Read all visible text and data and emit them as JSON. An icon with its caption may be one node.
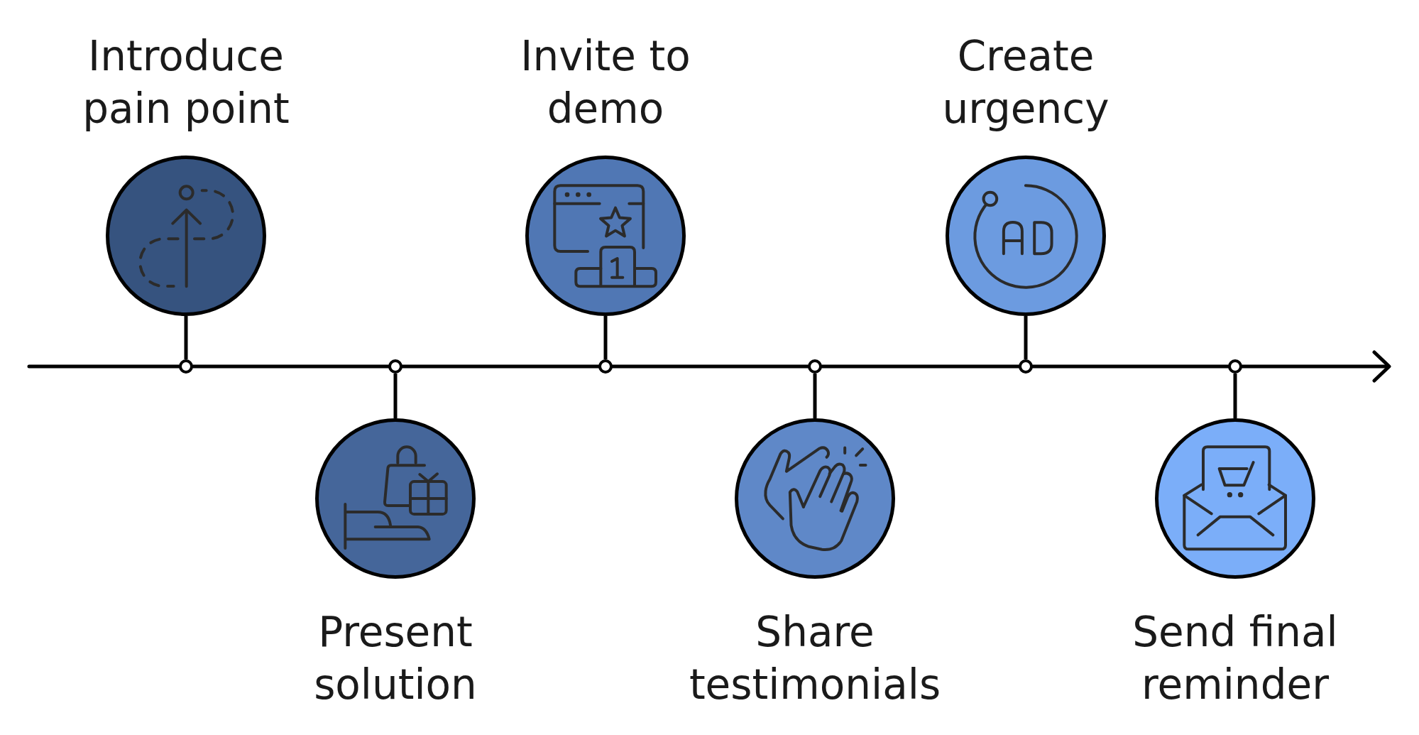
{
  "diagram": {
    "nodes": [
      {
        "text": [
          "Introduce pain point"
        ]
      },
      {
        "text": [
          "Present solution"
        ]
      },
      {
        "text": [
          "Invite to demo"
        ]
      },
      {
        "text": [
          "Share testimonials"
        ]
      },
      {
        "text": [
          "Create urgency"
        ]
      },
      {
        "text": [
          "Send final reminder"
        ]
      },
      {
        "text": [],
        "shape": "circle"
      },
      {
        "text": [],
        "shape": "circle"
      },
      {
        "text": [],
        "shape": "circle"
      },
      {
        "text": [],
        "shape": "circle"
      },
      {
        "text": [],
        "shape": "circle"
      },
      {
        "text": [],
        "shape": "circle"
      }
    ],
    "edges": [
      {
        "from": 0,
        "to": 6,
        "arrow": "none"
      },
      {
        "from": 1,
        "to": 7,
        "arrow": "none"
      },
      {
        "from": 2,
        "to": 8,
        "arrow": "none"
      },
      {
        "from": 3,
        "to": 9,
        "arrow": "none"
      },
      {
        "from": 4,
        "to": 10,
        "arrow": "none"
      },
      {
        "from": 5,
        "to": 11,
        "arrow": "none"
      }
    ]
  }
}
